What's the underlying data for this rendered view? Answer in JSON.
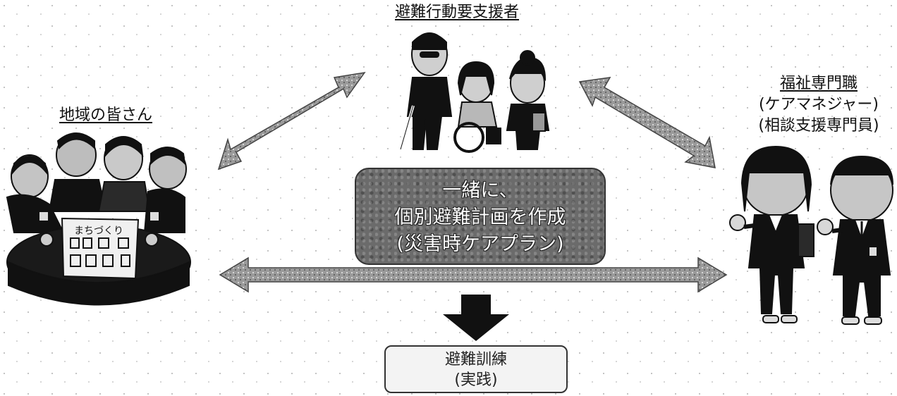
{
  "labels": {
    "support_recipients": "避難行動要支援者",
    "local_residents": "地域の皆さん",
    "welfare_title": "福祉専門職",
    "welfare_line2": "(ケアマネジャー)",
    "welfare_line3": "(相談支援専門員)"
  },
  "plan_box": {
    "line1": "一緒に、",
    "line2": "個別避難計画を作成",
    "line3": "(災害時ケアプラン)"
  },
  "drill_box": {
    "line1": "避難訓練",
    "line2": "(実践)"
  },
  "sign_text": "まちづくり"
}
